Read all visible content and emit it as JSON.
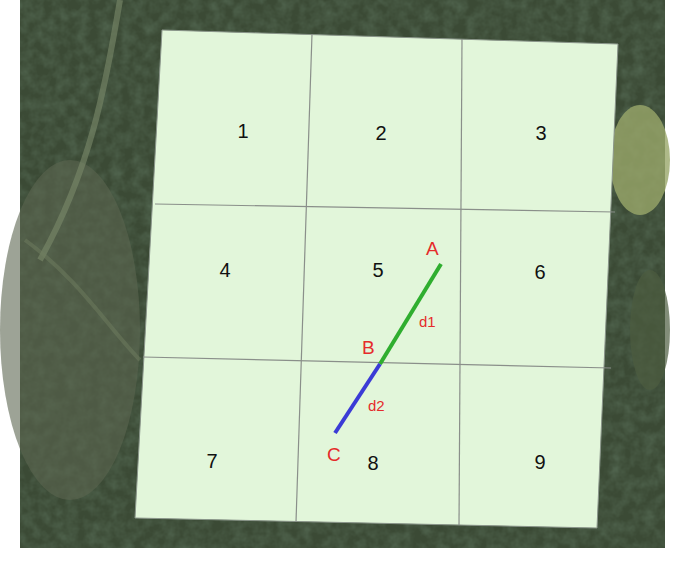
{
  "diagram": {
    "nodes": [
      {
        "text": [
          "1"
        ]
      },
      {
        "text": [
          "2"
        ]
      },
      {
        "text": [
          "3"
        ]
      },
      {
        "text": [
          "4"
        ]
      },
      {
        "text": [
          "5"
        ]
      },
      {
        "text": [
          "6"
        ]
      },
      {
        "text": [
          "7"
        ]
      },
      {
        "text": [
          "8"
        ]
      },
      {
        "text": [
          "9"
        ]
      }
    ],
    "labels": [
      "A",
      "B",
      "C",
      "d1",
      "d2"
    ]
  }
}
